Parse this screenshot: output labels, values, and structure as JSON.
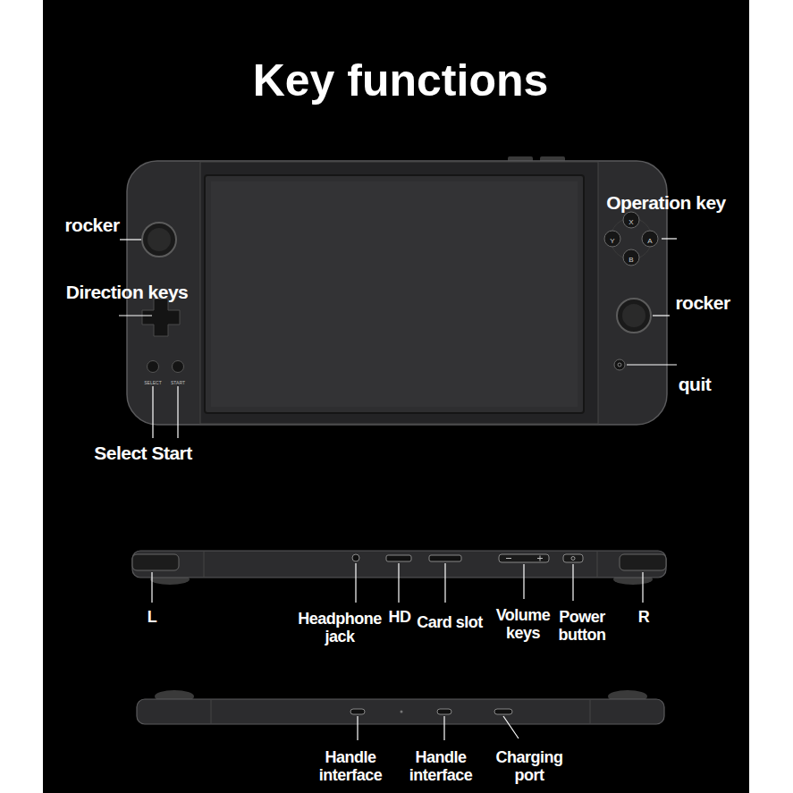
{
  "diagram": {
    "title": "Key functions",
    "labels": [
      "rocker",
      "Operation key",
      "X",
      "Y",
      "A",
      "B",
      "Direction keys",
      "rocker",
      "SELECT",
      "START",
      "quit",
      "Select Start",
      "L",
      "Headphone jack",
      "HD",
      "Card slot",
      "Volume keys",
      "Power button",
      "R",
      "Handle interface",
      "Handle interface",
      "Charging port"
    ]
  }
}
